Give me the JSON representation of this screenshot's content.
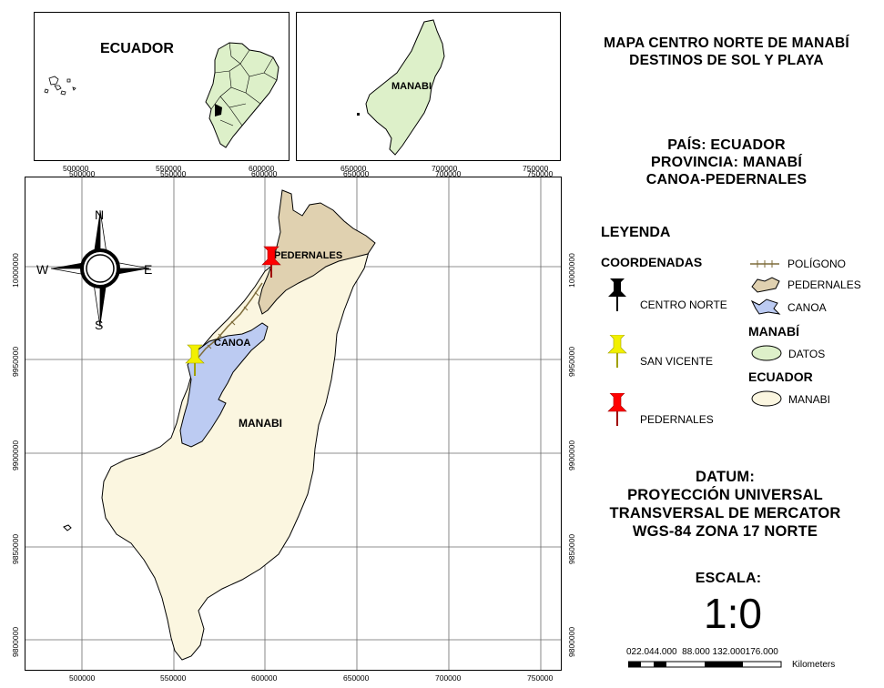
{
  "inset_ecuador": {
    "label": "ECUADOR"
  },
  "inset_manabi": {
    "label": "MANABI"
  },
  "inset_x_ticks": [
    "500000",
    "550000",
    "600000",
    "650000",
    "700000",
    "750000"
  ],
  "main_map": {
    "labels": {
      "pedernales": "PEDERNALES",
      "canoa": "CANOA",
      "manabi": "MANABI"
    },
    "compass": {
      "n": "N",
      "s": "S",
      "e": "E",
      "w": "W"
    },
    "x_ticks": [
      "500000",
      "550000",
      "600000",
      "650000",
      "700000",
      "750000"
    ],
    "y_ticks": [
      "10000000",
      "9950000",
      "9900000",
      "9850000",
      "9800000"
    ]
  },
  "title": {
    "line1": "MAPA CENTRO NORTE DE MANABÍ",
    "line2": "DESTINOS DE SOL Y PLAYA"
  },
  "info": {
    "line1": "PAÍS: ECUADOR",
    "line2": "PROVINCIA: MANABÍ",
    "line3": "CANOA-PEDERNALES"
  },
  "legend": {
    "title": "LEYENDA",
    "coordinates_heading": "COORDENADAS",
    "points": [
      "CENTRO NORTE",
      "SAN VICENTE",
      "PEDERNALES"
    ],
    "polygon_line": "POLÍGONO",
    "pedernales_fill": "PEDERNALES",
    "canoa_fill": "CANOA",
    "manabi_heading": "MANABÍ",
    "manabi_item": "DATOS",
    "ecuador_heading": "ECUADOR",
    "ecuador_item": "MANABI",
    "colors": {
      "pedernales": "#e0d1b0",
      "canoa": "#bccbf2",
      "manabi": "#ddf0c9",
      "ecuador": "#fbf6e0",
      "red_pin": "#ff0000",
      "yellow_pin": "#f2f000",
      "black_pin": "#000000"
    }
  },
  "datum": {
    "line1": "DATUM:",
    "line2": "PROYECCIÓN UNIVERSAL",
    "line3": "TRANSVERSAL DE MERCATOR",
    "line4": "WGS-84 ZONA 17 NORTE"
  },
  "scale": {
    "heading": "ESCALA:",
    "ratio": "1:0",
    "labels": "022.044.000  88.000 132.000176.000",
    "unit": "Kilometers"
  }
}
